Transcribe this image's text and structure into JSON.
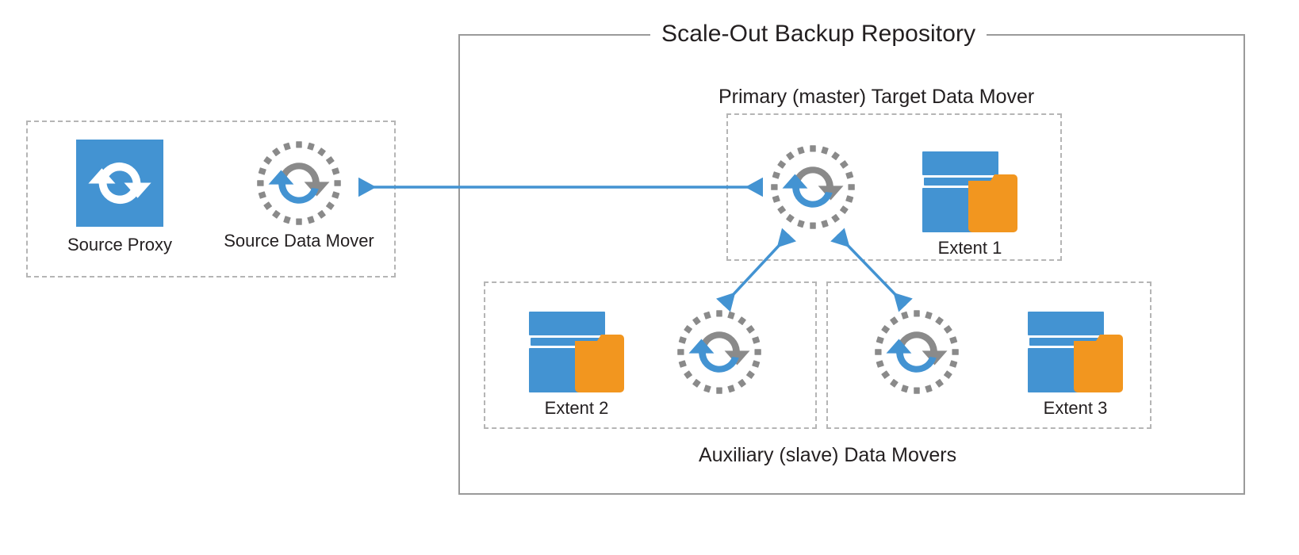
{
  "colors": {
    "blue": "#4393d2",
    "blue_dark": "#3a87c8",
    "orange": "#f2961f",
    "gray": "#8d8d8d",
    "gray_dot": "#8a8a8a",
    "dash_border": "#b5b5b5",
    "solid_border": "#9a9a9a",
    "text": "#231f20"
  },
  "container": {
    "title": "Scale-Out Backup Repository"
  },
  "captions": {
    "primary": "Primary (master) Target Data Mover",
    "auxiliary": "Auxiliary (slave) Data Movers"
  },
  "nodes": {
    "source_proxy": {
      "label": "Source Proxy",
      "icon": "refresh-tile-icon"
    },
    "source_data_mover": {
      "label": "Source Data Mover",
      "icon": "data-mover-icon"
    },
    "primary_data_mover": {
      "label": "",
      "icon": "data-mover-icon"
    },
    "extent1": {
      "label": "Extent 1",
      "icon": "extent-storage-icon"
    },
    "extent2": {
      "label": "Extent 2",
      "icon": "extent-storage-icon"
    },
    "extent3": {
      "label": "Extent 3",
      "icon": "extent-storage-icon"
    },
    "aux_data_mover_2": {
      "label": "",
      "icon": "data-mover-icon"
    },
    "aux_data_mover_3": {
      "label": "",
      "icon": "data-mover-icon"
    }
  },
  "connections": [
    {
      "name": "source-to-primary",
      "style": "double-arrow",
      "orientation": "horizontal"
    },
    {
      "name": "primary-to-aux2",
      "style": "double-arrow",
      "orientation": "diagonal"
    },
    {
      "name": "primary-to-aux3",
      "style": "double-arrow",
      "orientation": "diagonal"
    }
  ]
}
